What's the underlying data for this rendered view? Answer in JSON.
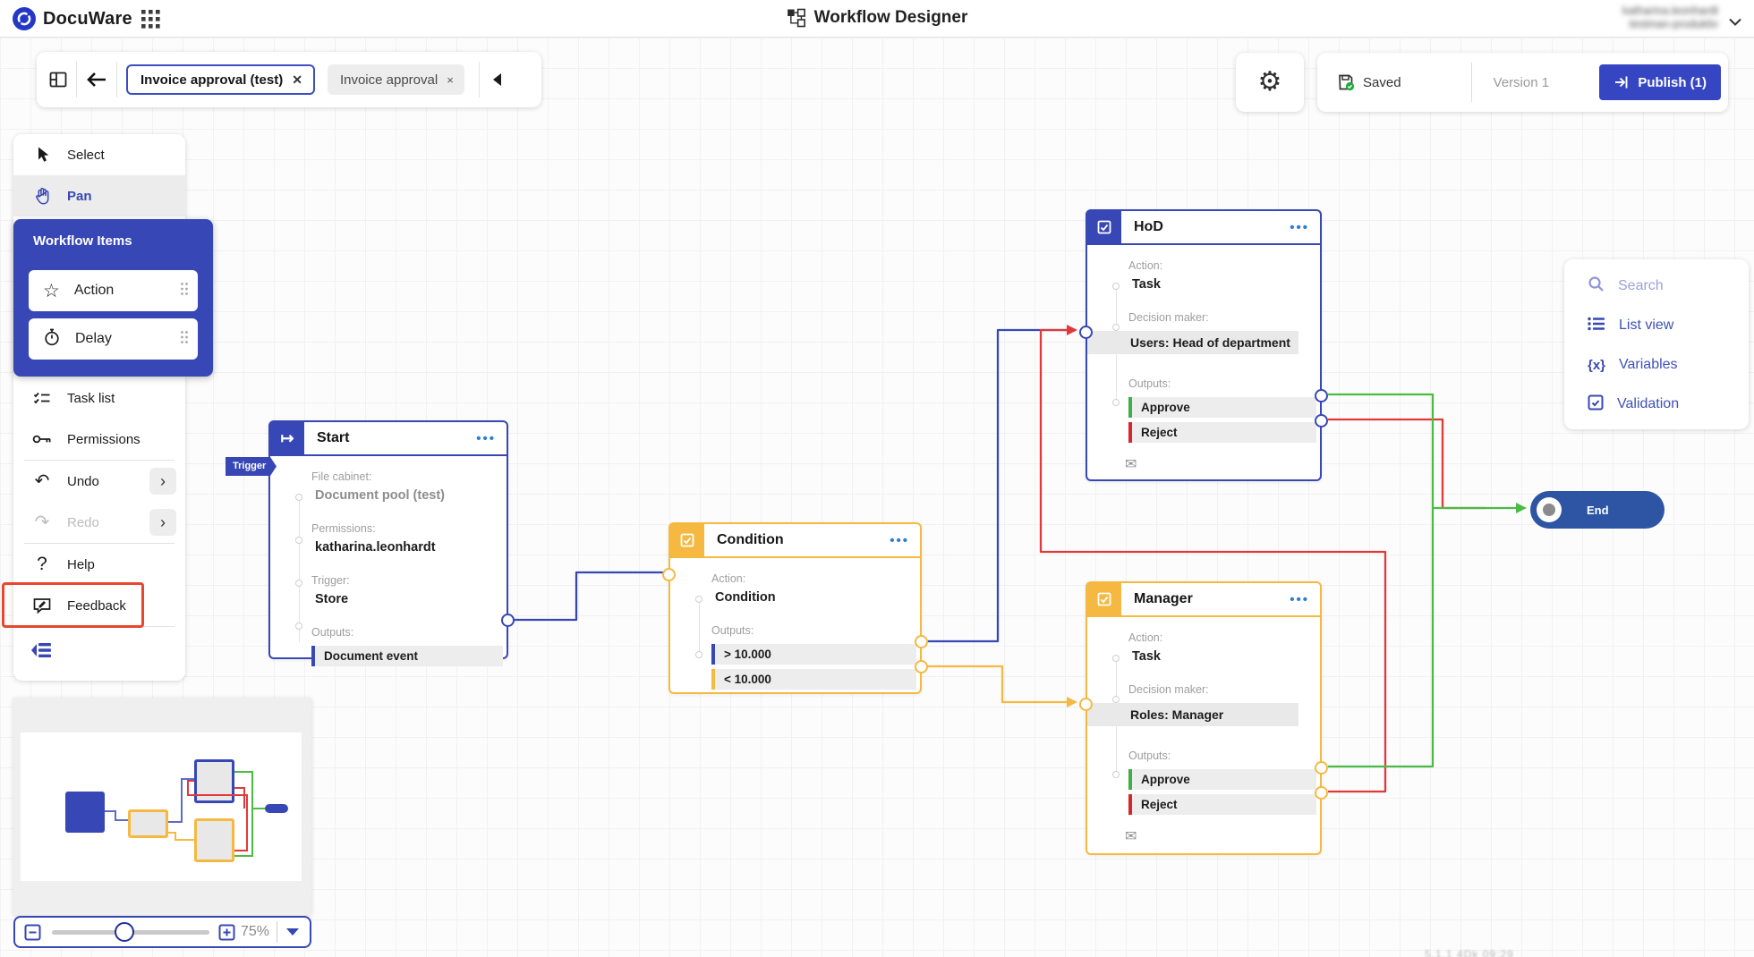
{
  "topbar": {
    "brand": "DocuWare",
    "title": "Workflow Designer",
    "user_line1": "katharina.leonhardt",
    "user_line2": "testman-produktiv"
  },
  "toolbar": {
    "tabs": [
      {
        "label": "Invoice approval (test)",
        "close": "✕"
      },
      {
        "label": "Invoice approval",
        "close": "×"
      }
    ]
  },
  "statusbar": {
    "saved_label": "Saved",
    "version_label": "Version 1",
    "publish_label": "Publish (1)"
  },
  "sidebar": {
    "select_label": "Select",
    "pan_label": "Pan",
    "workflow_items_title": "Workflow Items",
    "action_label": "Action",
    "delay_label": "Delay",
    "task_list_label": "Task list",
    "permissions_label": "Permissions",
    "undo_label": "Undo",
    "redo_label": "Redo",
    "help_label": "Help",
    "feedback_label": "Feedback"
  },
  "tools_panel": {
    "items": [
      {
        "label": "Search"
      },
      {
        "label": "List view"
      },
      {
        "label": "Variables"
      },
      {
        "label": "Validation"
      }
    ]
  },
  "nodes": {
    "start": {
      "title": "Start",
      "tag": "Trigger",
      "fields": [
        {
          "label": "File cabinet:",
          "value": "Document pool (test)"
        },
        {
          "label": "Permissions:",
          "value": "katharina.leonhardt"
        },
        {
          "label": "Trigger:",
          "value": "Store"
        }
      ],
      "outputs_label": "Outputs:",
      "outputs": [
        {
          "label": "Document event"
        }
      ]
    },
    "condition": {
      "title": "Condition",
      "fields": [
        {
          "label": "Action:",
          "value": "Condition"
        }
      ],
      "outputs_label": "Outputs:",
      "outputs": [
        {
          "label": "> 10.000"
        },
        {
          "label": "< 10.000"
        }
      ]
    },
    "hod": {
      "title": "HoD",
      "fields": [
        {
          "label": "Action:",
          "value": "Task"
        }
      ],
      "decision_label": "Decision maker:",
      "decision_value": "Users: Head of department",
      "outputs_label": "Outputs:",
      "outputs": [
        {
          "label": "Approve"
        },
        {
          "label": "Reject"
        }
      ]
    },
    "manager": {
      "title": "Manager",
      "fields": [
        {
          "label": "Action:",
          "value": "Task"
        }
      ],
      "decision_label": "Decision maker:",
      "decision_value": "Roles: Manager",
      "outputs_label": "Outputs:",
      "outputs": [
        {
          "label": "Approve"
        },
        {
          "label": "Reject"
        }
      ]
    },
    "end": {
      "title": "End"
    }
  },
  "zoombar": {
    "zoom_label": "75%"
  },
  "footer": {
    "build_text": "5.1.1  4Dk  09:29"
  },
  "colors": {
    "accent_indigo": "#3747b5",
    "condition_yellow": "#f5b942",
    "approve_green": "#3fae49",
    "reject_red": "#d7252b",
    "feedback_highlight": "#e8472e",
    "menu_dots_blue": "#2d7dd2",
    "end_fill": "#2d55a4",
    "saved_check_green": "#1faa3e"
  }
}
